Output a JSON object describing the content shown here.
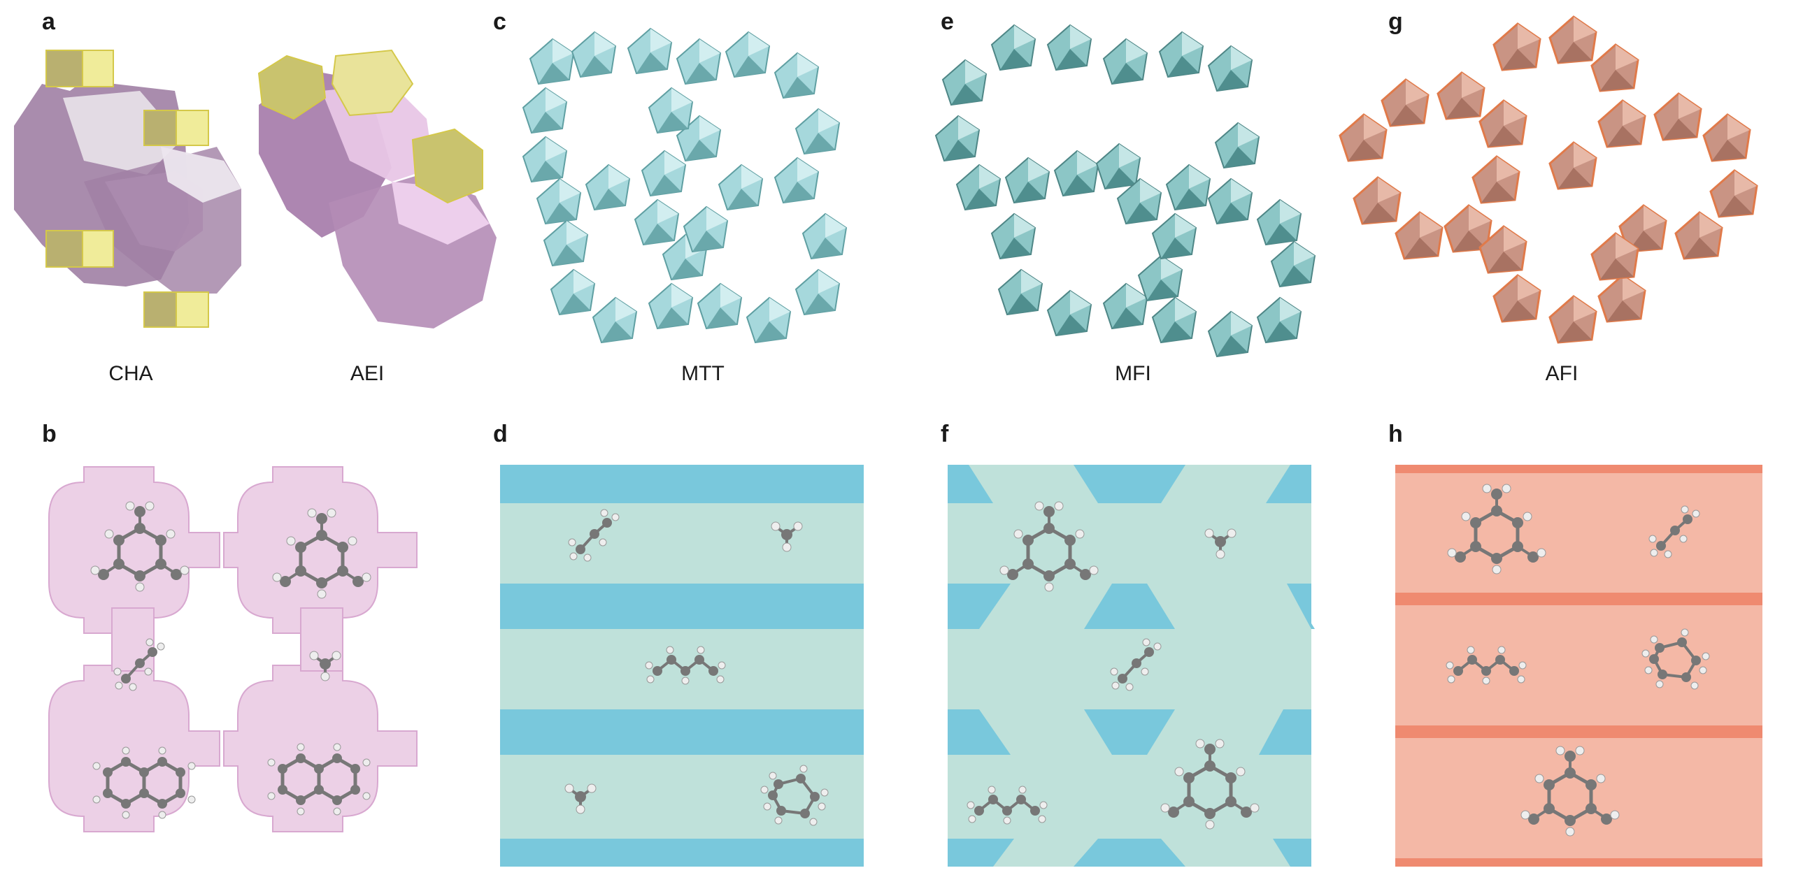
{
  "panels": [
    {
      "letter": "a"
    },
    {
      "letter": "b"
    },
    {
      "letter": "c"
    },
    {
      "letter": "d"
    },
    {
      "letter": "e"
    },
    {
      "letter": "f"
    },
    {
      "letter": "g"
    },
    {
      "letter": "h"
    }
  ],
  "frameworks": {
    "cha": "CHA",
    "aei": "AEI",
    "mtt": "MTT",
    "mfi": "MFI",
    "afi": "AFI"
  },
  "colors": {
    "cha_cage": "#a07fa4",
    "cha_light": "#e9d9ea",
    "d8r": "#e8e890",
    "mtt": "#9dd2d6",
    "mtt_dark": "#4e8c8e",
    "mfi": "#8cc4c4",
    "afi": "#c99080",
    "afi_edge": "#e07a4a",
    "pink_bg": "#ecd0e6",
    "pink_edge": "#d8a8d0",
    "channel_bg": "#bfe1da",
    "channel_wall": "#79c8dc",
    "afi_bg": "#f4b8a6",
    "afi_wall": "#ef8a70",
    "atom_c": "#7a7a7a",
    "atom_h": "#e8e8e8"
  }
}
